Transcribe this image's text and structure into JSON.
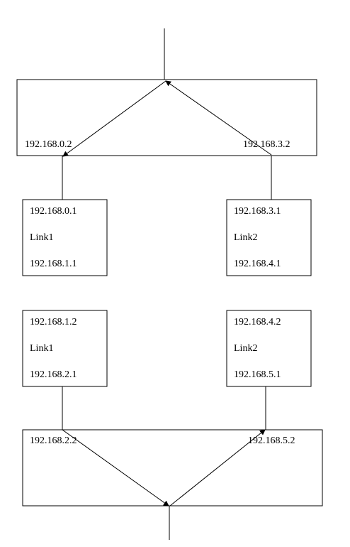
{
  "top_router": {
    "left_ip": "192.168.0.2",
    "right_ip": "192.168.3.2"
  },
  "upper_links": [
    {
      "top_ip": "192.168.0.1",
      "name": "Link1",
      "bottom_ip": "192.168.1.1"
    },
    {
      "top_ip": "192.168.3.1",
      "name": "Link2",
      "bottom_ip": "192.168.4.1"
    }
  ],
  "lower_links": [
    {
      "top_ip": "192.168.1.2",
      "name": "Link1",
      "bottom_ip": "192.168.2.1"
    },
    {
      "top_ip": "192.168.4.2",
      "name": "Link2",
      "bottom_ip": "192.168.5.1"
    }
  ],
  "bottom_router": {
    "left_ip": "192.168.2.2",
    "right_ip": "192.168.5.2"
  }
}
